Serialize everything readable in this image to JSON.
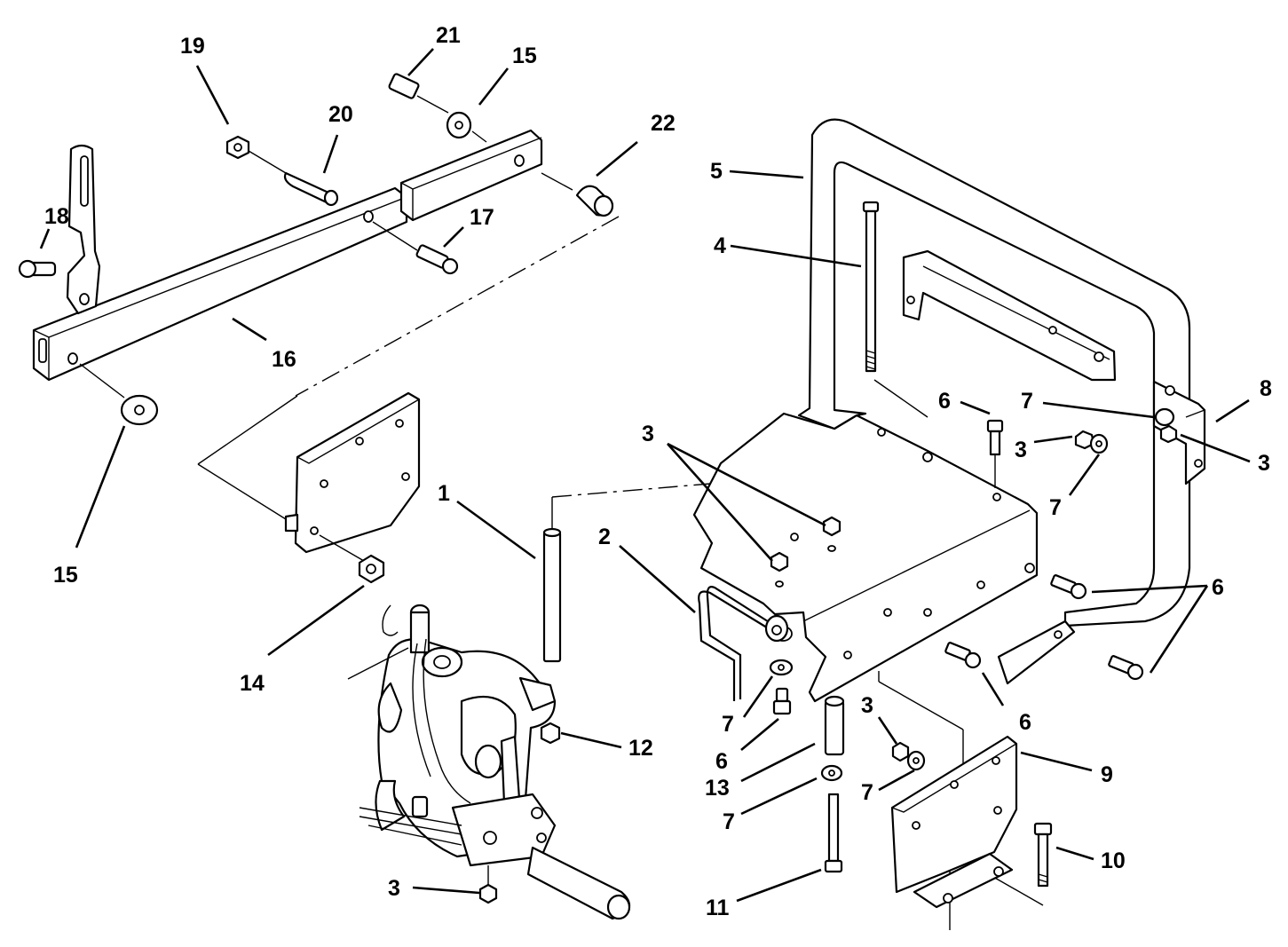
{
  "diagram": {
    "callouts": [
      {
        "id": "c19",
        "label": "19"
      },
      {
        "id": "c21",
        "label": "21"
      },
      {
        "id": "c15a",
        "label": "15"
      },
      {
        "id": "c20",
        "label": "20"
      },
      {
        "id": "c22",
        "label": "22"
      },
      {
        "id": "c18",
        "label": "18"
      },
      {
        "id": "c17",
        "label": "17"
      },
      {
        "id": "c16",
        "label": "16"
      },
      {
        "id": "c15b",
        "label": "15"
      },
      {
        "id": "c14",
        "label": "14"
      },
      {
        "id": "c1",
        "label": "1"
      },
      {
        "id": "c2",
        "label": "2"
      },
      {
        "id": "c3a",
        "label": "3"
      },
      {
        "id": "c12",
        "label": "12"
      },
      {
        "id": "c3b",
        "label": "3"
      },
      {
        "id": "c5",
        "label": "5"
      },
      {
        "id": "c4",
        "label": "4"
      },
      {
        "id": "c6a",
        "label": "6"
      },
      {
        "id": "c7a",
        "label": "7"
      },
      {
        "id": "c8",
        "label": "8"
      },
      {
        "id": "c3c",
        "label": "3"
      },
      {
        "id": "c3d",
        "label": "3"
      },
      {
        "id": "c7b",
        "label": "7"
      },
      {
        "id": "c6b",
        "label": "6"
      },
      {
        "id": "c6c",
        "label": "6"
      },
      {
        "id": "c7c",
        "label": "7"
      },
      {
        "id": "c6d",
        "label": "6"
      },
      {
        "id": "c13",
        "label": "13"
      },
      {
        "id": "c3e",
        "label": "3"
      },
      {
        "id": "c7d",
        "label": "7"
      },
      {
        "id": "c7e",
        "label": "7"
      },
      {
        "id": "c9",
        "label": "9"
      },
      {
        "id": "c10",
        "label": "10"
      },
      {
        "id": "c11",
        "label": "11"
      }
    ]
  }
}
